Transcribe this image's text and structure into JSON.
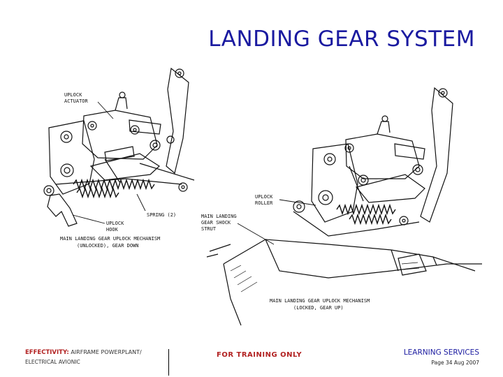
{
  "header": {
    "title": "LANDING GEAR SYSTEM"
  },
  "diagram": {
    "left_figure": {
      "labels": {
        "uplock_actuator_l1": "UPLOCK",
        "uplock_actuator_l2": "ACTUATOR",
        "spring": "SPRING (2)",
        "uplock_hook_l1": "UPLOCK",
        "uplock_hook_l2": "HOOK"
      },
      "caption_l1": "MAIN LANDING GEAR UPLOCK MECHANISM",
      "caption_l2": "(UNLOCKED), GEAR DOWN"
    },
    "right_figure": {
      "labels": {
        "uplock_roller_l1": "UPLOCK",
        "uplock_roller_l2": "ROLLER",
        "strut_l1": "MAIN LANDING",
        "strut_l2": "GEAR SHOCK",
        "strut_l3": "STRUT"
      },
      "caption_l1": "MAIN LANDING GEAR UPLOCK MECHANISM",
      "caption_l2": "(LOCKED, GEAR UP)"
    },
    "line_color": "#111111"
  },
  "footer": {
    "effectivity_label": "EFFECTIVITY:",
    "effectivity_value": "AIRFRAME POWERPLANT/",
    "effectivity_value2": "ELECTRICAL AVIONIC",
    "training": "FOR TRAINING ONLY",
    "learning": "LEARNING SERVICES",
    "page": "Page 34 Aug 2007"
  },
  "colors": {
    "title": "#1a1aa0",
    "footer_red": "#b22222",
    "footer_blue": "#1a1aa0"
  }
}
